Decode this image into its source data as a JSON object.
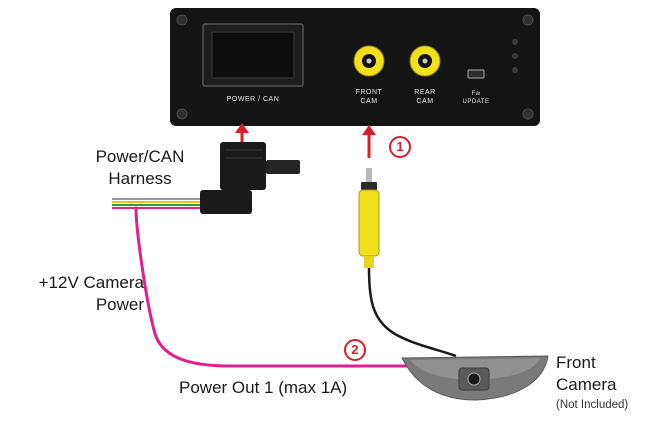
{
  "interface_box": {
    "port_power_can": "POWER / CAN",
    "port_front_cam_line1": "FRONT",
    "port_front_cam_line2": "CAM",
    "port_rear_cam_line1": "REAR",
    "port_rear_cam_line2": "CAM",
    "port_update_line1": "Fw",
    "port_update_line2": "UPDATE"
  },
  "labels": {
    "harness_line1": "Power/CAN",
    "harness_line2": "Harness",
    "camera_power_line1": "+12V Camera",
    "camera_power_line2": "Power",
    "power_out": "Power Out 1 (max 1A)",
    "camera_line1": "Front",
    "camera_line2": "Camera",
    "camera_note": "(Not Included)"
  },
  "steps": [
    {
      "number": "1"
    },
    {
      "number": "2"
    }
  ],
  "colors": {
    "box": "#141414",
    "rca_yellow": "#f2e01c",
    "wire_pink": "#e0208e",
    "arrow_red": "#d81f26",
    "camera_gray": "#7a7a7a"
  }
}
